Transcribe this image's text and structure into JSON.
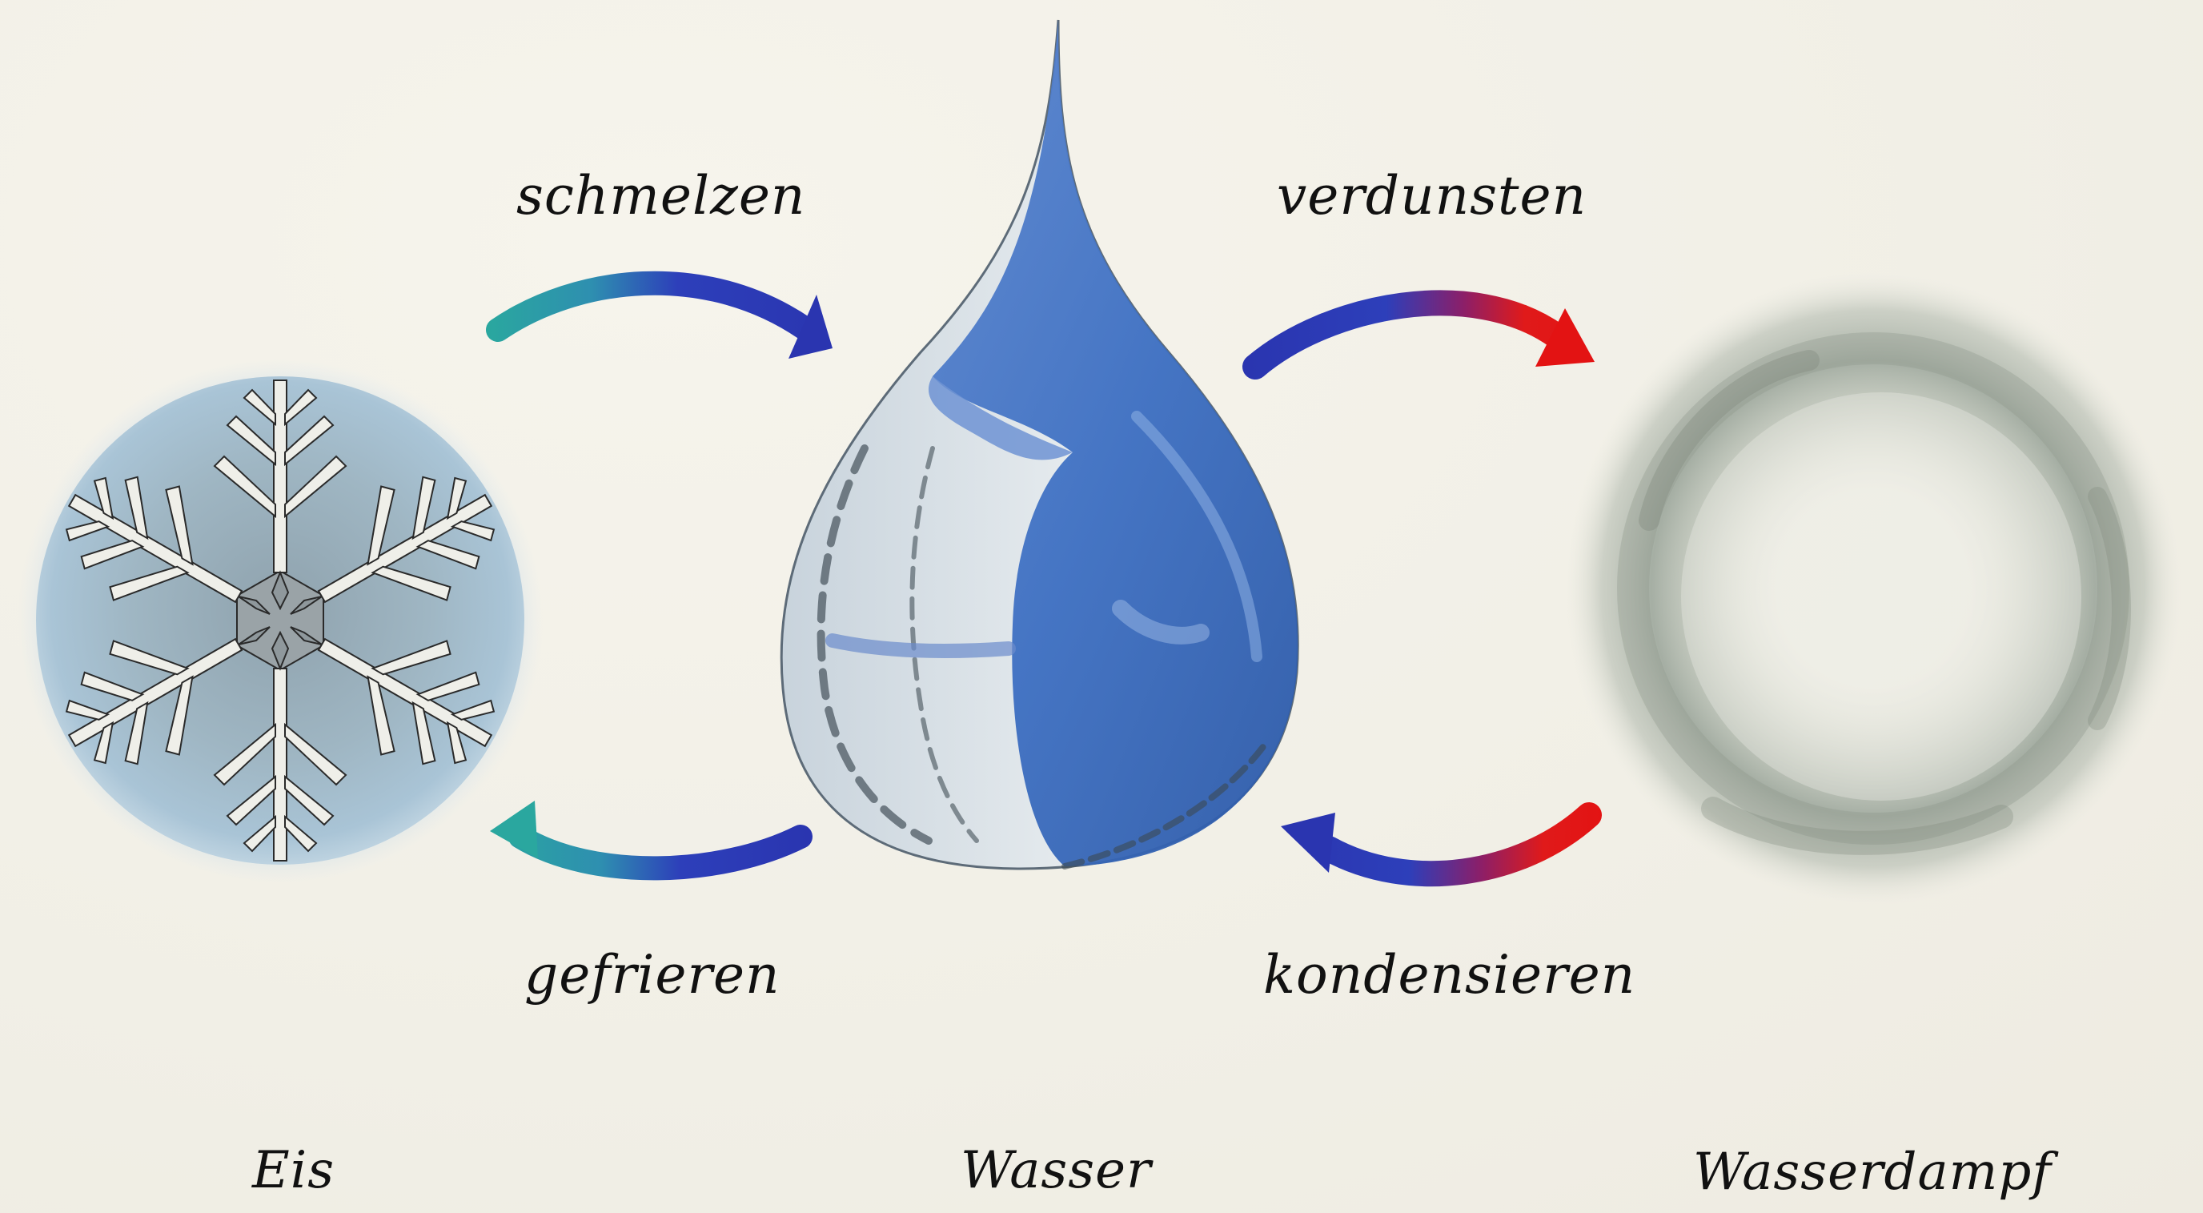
{
  "processes": {
    "melt": "schmelzen",
    "evaporate": "verdunsten",
    "freeze": "gefrieren",
    "condense": "kondensieren"
  },
  "states": {
    "ice": "Eis",
    "water": "Wasser",
    "vapor": "Wasserdampf"
  },
  "colors": {
    "paper": "#f3f1e9",
    "ice_blue": "#9fb8c8",
    "water_blue": "#3f6fc0",
    "vapor_gray": "#a9b2a6",
    "cold_teal": "#2aa7a0",
    "arrow_blue": "#2b3fb8",
    "hot_red": "#e01a1a"
  },
  "icons": [
    "snowflake-icon",
    "water-drop-icon",
    "vapor-cloud-icon"
  ]
}
